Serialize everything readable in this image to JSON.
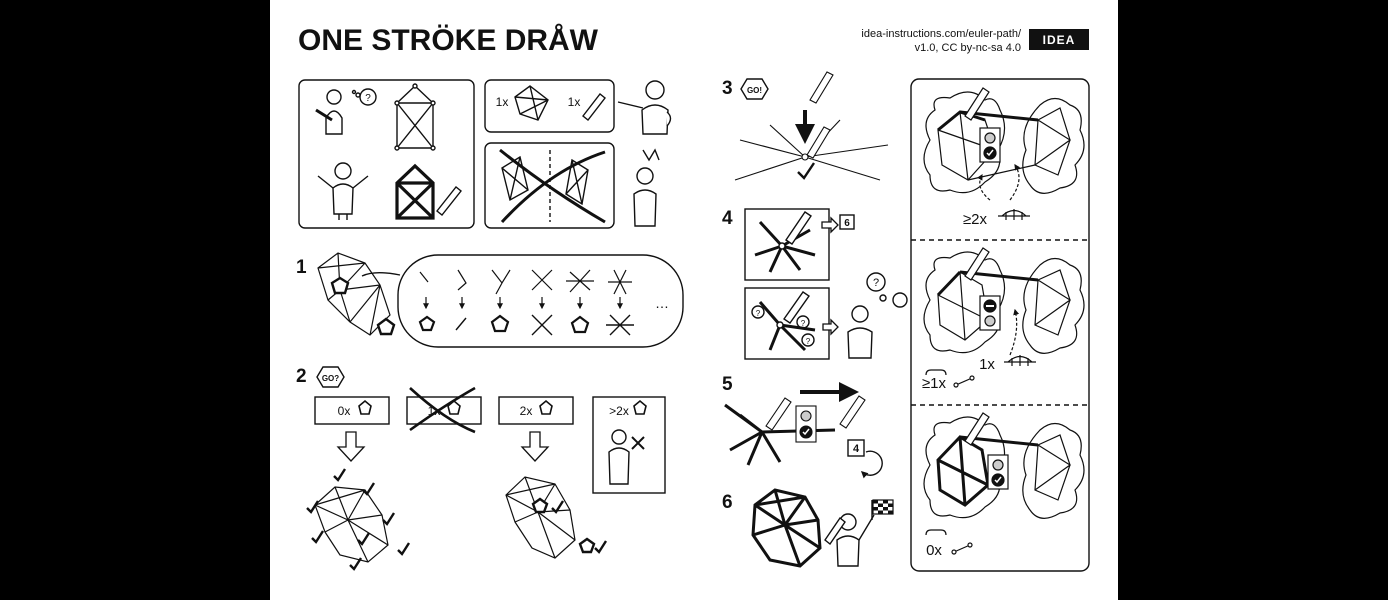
{
  "title": "ONE STRÖKE DRÅW",
  "source_url": "idea-instructions.com/euler-path/",
  "version_license": "v1.0, CC by-nc-sa 4.0",
  "brand_logo": "IDEA",
  "steps": {
    "s1": "1",
    "s2": "2",
    "s3": "3",
    "s4": "4",
    "s5": "5",
    "s6": "6"
  },
  "badges": {
    "go_question": "GO?",
    "go": "GO!"
  },
  "intro": {
    "one_graph": "1x",
    "one_pencil": "1x"
  },
  "step1": {
    "ellipsis": "…"
  },
  "step2": {
    "odd_zero": "0x",
    "odd_one": "1x",
    "odd_two": "2x",
    "odd_more": ">2x"
  },
  "step4": {
    "count_badge": "6"
  },
  "step5": {
    "back_badge": "4"
  },
  "panel": {
    "bridges_two_plus": "≥2x",
    "bridges_one": "1x",
    "edges_one_plus": "≥1x",
    "edges_zero": "0x"
  },
  "colors": {
    "page": "#ffffff",
    "ink": "#111111",
    "frame": "#000000"
  }
}
